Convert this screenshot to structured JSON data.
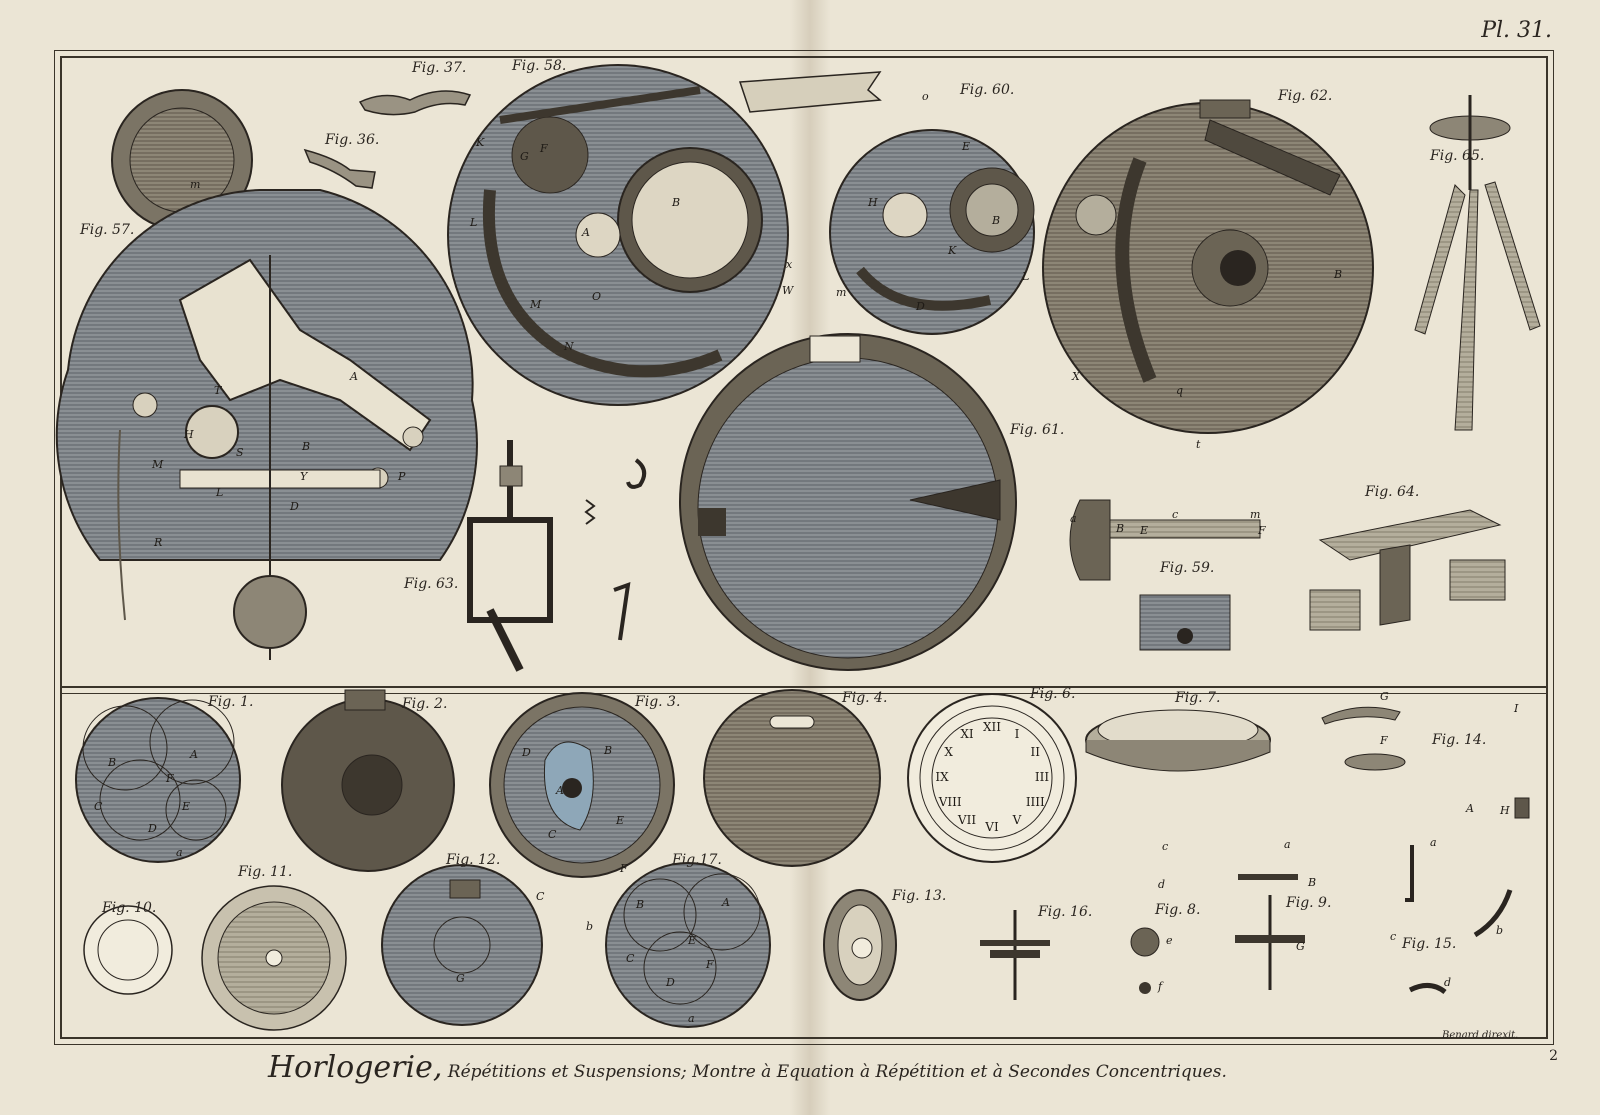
{
  "plate": {
    "number": "Pl. 31.",
    "page": "2",
    "engraver": "Benard direxit.",
    "title_main": "Horlogerie,",
    "title_sub": " Répétitions et Suspensions; Montre à Equation à Répétition et à Secondes Concentriques."
  },
  "figures_top": [
    {
      "id": "fig57",
      "label": "Fig. 57."
    },
    {
      "id": "fig37",
      "label": "Fig. 37."
    },
    {
      "id": "fig36",
      "label": "Fig. 36."
    },
    {
      "id": "fig58",
      "label": "Fig. 58."
    },
    {
      "id": "fig60",
      "label": "Fig. 60."
    },
    {
      "id": "fig62",
      "label": "Fig. 62."
    },
    {
      "id": "fig65",
      "label": "Fig. 65."
    },
    {
      "id": "fig61",
      "label": "Fig. 61."
    },
    {
      "id": "fig63",
      "label": "Fig. 63."
    },
    {
      "id": "fig59",
      "label": "Fig. 59."
    },
    {
      "id": "fig64",
      "label": "Fig. 64."
    }
  ],
  "figures_bottom": [
    {
      "id": "fig1",
      "label": "Fig. 1."
    },
    {
      "id": "fig2",
      "label": "Fig. 2."
    },
    {
      "id": "fig3",
      "label": "Fig. 3."
    },
    {
      "id": "fig4",
      "label": "Fig. 4."
    },
    {
      "id": "fig6",
      "label": "Fig. 6."
    },
    {
      "id": "fig7",
      "label": "Fig. 7."
    },
    {
      "id": "fig14",
      "label": "Fig. 14."
    },
    {
      "id": "fig11",
      "label": "Fig. 11."
    },
    {
      "id": "fig10",
      "label": "Fig. 10."
    },
    {
      "id": "fig12",
      "label": "Fig. 12."
    },
    {
      "id": "fig17",
      "label": "Fig.17."
    },
    {
      "id": "fig13",
      "label": "Fig. 13."
    },
    {
      "id": "fig16",
      "label": "Fig. 16."
    },
    {
      "id": "fig8",
      "label": "Fig. 8."
    },
    {
      "id": "fig9",
      "label": "Fig. 9."
    },
    {
      "id": "fig15",
      "label": "Fig. 15."
    }
  ],
  "dial_numerals": [
    "XII",
    "I",
    "II",
    "III",
    "IIII",
    "V",
    "VI",
    "VII",
    "VIII",
    "IX",
    "X",
    "XI"
  ],
  "letters": {
    "fig1": [
      "B",
      "A",
      "F",
      "C",
      "E",
      "D",
      "a"
    ],
    "fig3": [
      "D",
      "A",
      "B",
      "C",
      "E",
      "F"
    ],
    "fig17": [
      "B",
      "A",
      "E",
      "C",
      "F",
      "D",
      "a"
    ],
    "fig12": [
      "G",
      "C",
      "b"
    ],
    "fig57": [
      "m",
      "A",
      "H",
      "T",
      "P",
      "R",
      "M",
      "L",
      "Y",
      "D",
      "S",
      "B"
    ],
    "fig58": [
      "B",
      "A",
      "F",
      "G",
      "K",
      "L",
      "M",
      "N",
      "O",
      "x",
      "W"
    ],
    "fig60": [
      "E",
      "B",
      "K",
      "H",
      "D",
      "L",
      "m",
      "o"
    ],
    "fig62": [
      "B",
      "X",
      "t",
      "q"
    ],
    "fig59": [
      "a",
      "B",
      "E",
      "c",
      "F",
      "m"
    ],
    "fig14": [
      "G",
      "F",
      "I",
      "A",
      "H"
    ],
    "fig15": [
      "a",
      "c",
      "b",
      "d"
    ],
    "fig9": [
      "a",
      "B",
      "G"
    ],
    "fig8": [
      "c",
      "d",
      "e",
      "f"
    ],
    "fig13": []
  }
}
